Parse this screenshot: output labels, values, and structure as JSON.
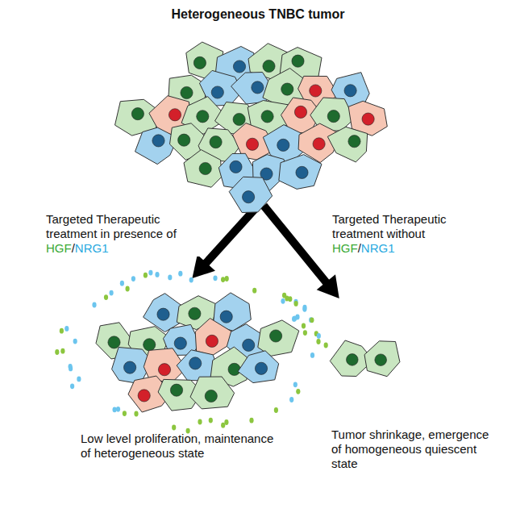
{
  "diagram": {
    "nodes": [
      {
        "text": [
          "Heterogeneous TNBC tumor"
        ]
      },
      {
        "text": [
          "Low level proliferation, maintenance of heterogeneous state"
        ]
      },
      {
        "text": [
          "Tumor shrinkage, emergence of homogeneous quiescent state"
        ]
      }
    ],
    "edges": [
      {
        "from": 0,
        "to": 1,
        "arrow": "to",
        "label": "Targeted Therapeutic treatment in presence of HGF/NRG1"
      },
      {
        "from": 0,
        "to": 2,
        "arrow": "to",
        "label": "Targeted Therapeutic treatment without HGF/NRG1"
      }
    ]
  }
}
